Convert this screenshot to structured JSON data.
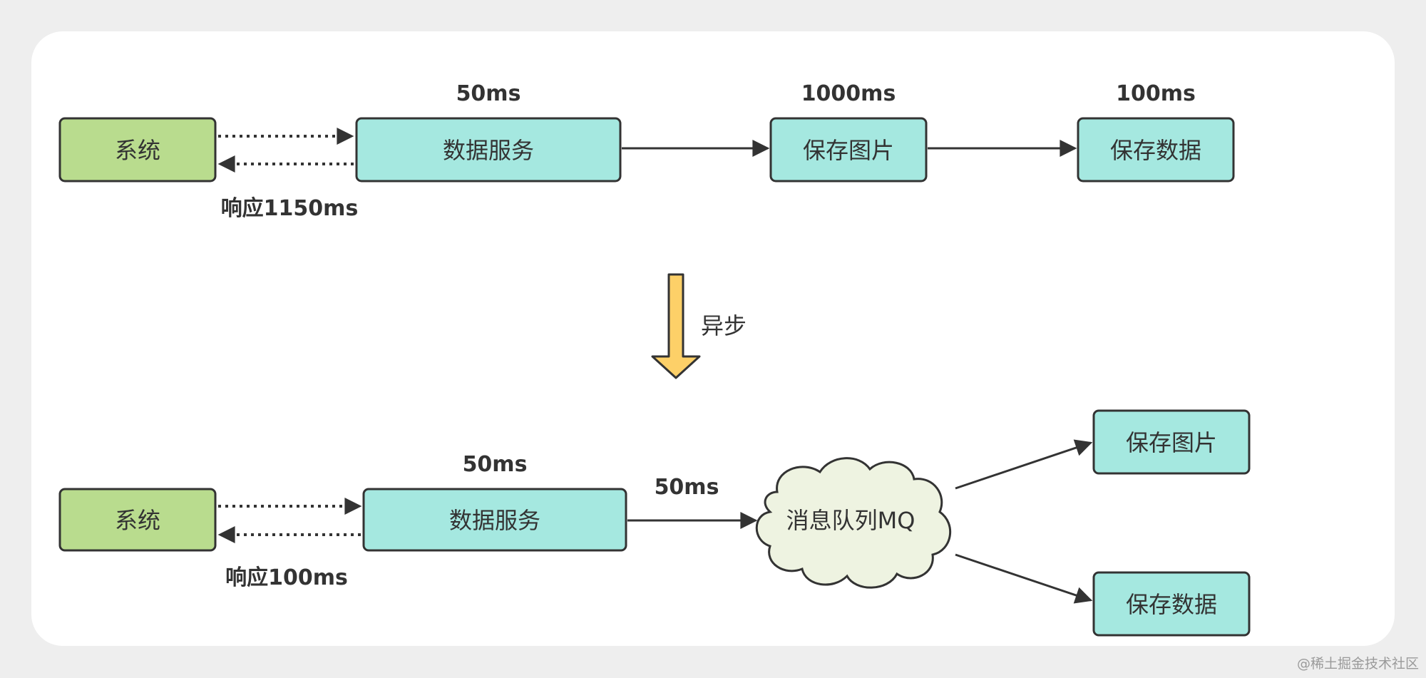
{
  "top": {
    "system": "系统",
    "data_service": "数据服务",
    "save_image": "保存图片",
    "save_data": "保存数据",
    "t_data_service": "50ms",
    "t_save_image": "1000ms",
    "t_save_data": "100ms",
    "response": "响应1150ms"
  },
  "transition": {
    "label": "异步"
  },
  "bottom": {
    "system": "系统",
    "data_service": "数据服务",
    "mq": "消息队列MQ",
    "save_image": "保存图片",
    "save_data": "保存数据",
    "t_data_service": "50ms",
    "t_mq": "50ms",
    "response": "响应100ms"
  },
  "watermark": "@稀土掘金技术社区",
  "colors": {
    "system_fill": "#b9dc8e",
    "service_fill": "#a5e8e0",
    "cloud_fill": "#eef3e1",
    "async_arrow": "#fdd068",
    "stroke": "#333333"
  }
}
